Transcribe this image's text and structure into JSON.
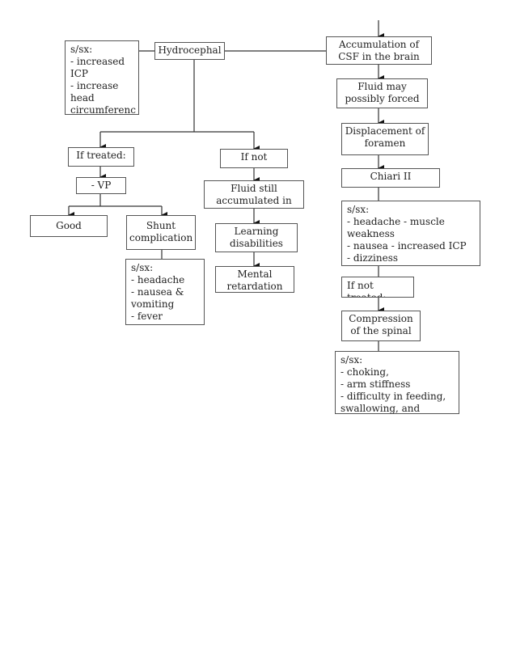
{
  "nodes": {
    "sx_hydro": "s/sx:\n- increased\nICP\n- increase\nhead\ncircumferenc",
    "hydro": "Hydrocephal",
    "csf": "Accumulation of CSF in the brain",
    "fluid_may": "Fluid may possibly forced",
    "displacement": "Displacement of foramen",
    "chiari": "Chiari II",
    "sx_chiari": "s/sx:\n- headache  - muscle\nweakness\n- nausea      - increased ICP\n- dizziness",
    "if_not_treated": "If not treated:",
    "compression": "Compression of the spinal",
    "sx_compression": "s/sx:\n- choking,\n- arm  stiffness\n-  difficulty in feeding,\nswallowing, and",
    "if_treated": "If treated:",
    "vp": "- VP",
    "good": "Good",
    "shunt": "Shunt complication",
    "sx_shunt": "s/sx:\n- headache\n- nausea &\nvomiting\n- fever",
    "if_not": "If not",
    "fluid_still": "Fluid still accumulated in the",
    "learning": "Learning disabilities",
    "mental": "Mental retardation"
  }
}
